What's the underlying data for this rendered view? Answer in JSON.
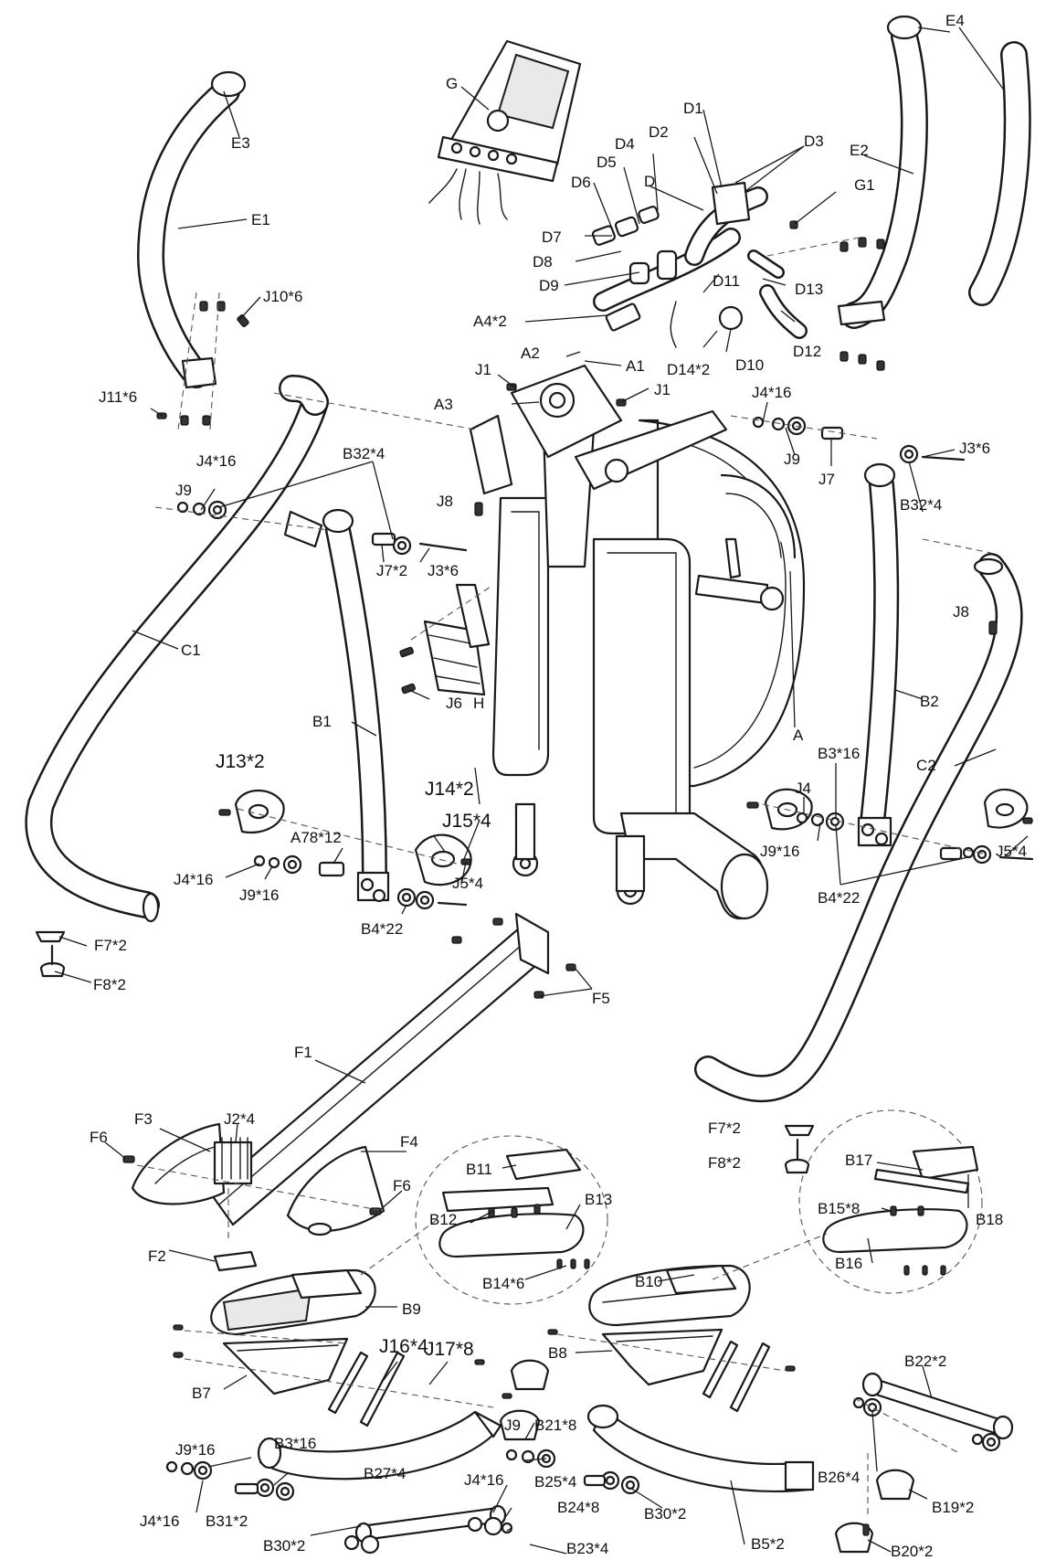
{
  "labels": {
    "E4": "E4",
    "E3": "E3",
    "E2": "E2",
    "E1": "E1",
    "G": "G",
    "G1": "G1",
    "D1": "D1",
    "D2": "D2",
    "D3": "D3",
    "D4": "D4",
    "D5": "D5",
    "D6": "D6",
    "D": "D",
    "D7": "D7",
    "D8": "D8",
    "D9": "D9",
    "D10": "D10",
    "D11": "D11",
    "D12": "D12",
    "D13": "D13",
    "D14x2": "D14*2",
    "J10x6": "J10*6",
    "J11x6": "J11*6",
    "A4x2": "A4*2",
    "A2": "A2",
    "A1": "A1",
    "A3": "A3",
    "J1a": "J1",
    "J1b": "J1",
    "J4x16a": "J4*16",
    "J4x16b": "J4*16",
    "J4x16c": "J4*16",
    "J4x16d": "J4*16",
    "J4x16e": "J4*16",
    "J9a": "J9",
    "J9b": "J9",
    "J9c": "J9",
    "J3x6a": "J3*6",
    "J3x6b": "J3*6",
    "B32x4a": "B32*4",
    "B32x4b": "B32*4",
    "J7": "J7",
    "J7x2": "J7*2",
    "J8a": "J8",
    "J8b": "J8",
    "C1": "C1",
    "C2": "C2",
    "B1": "B1",
    "B2": "B2",
    "A": "A",
    "H": "H",
    "J6": "J6",
    "B3x16a": "B3*16",
    "B3x16b": "B3*16",
    "J4": "J4",
    "J13x2": "J13*2",
    "J14x2": "J14*2",
    "J15x4": "J15*4",
    "A78x12": "A78*12",
    "J9x16a": "J9*16",
    "J9x16b": "J9*16",
    "J9x16c": "J9*16",
    "J5x4a": "J5*4",
    "J5x4b": "J5*4",
    "B4x22a": "B4*22",
    "B4x22b": "B4*22",
    "F7x2a": "F7*2",
    "F7x2b": "F7*2",
    "F8x2a": "F8*2",
    "F8x2b": "F8*2",
    "F5": "F5",
    "F1": "F1",
    "F3": "F3",
    "J2x4": "J2*4",
    "F6a": "F6",
    "F6b": "F6",
    "F4": "F4",
    "F2": "F2",
    "B11": "B11",
    "B12": "B12",
    "B13": "B13",
    "B14x6": "B14*6",
    "B17": "B17",
    "B18": "B18",
    "B15x8": "B15*8",
    "B16": "B16",
    "B9": "B9",
    "B10": "B10",
    "J16x4": "J16*4",
    "J17x8": "J17*8",
    "B8": "B8",
    "B7": "B7",
    "B22x2": "B22*2",
    "B21x8": "B21*8",
    "B26x4": "B26*4",
    "B31x2": "B31*2",
    "B30x2a": "B30*2",
    "B30x2b": "B30*2",
    "B27x4": "B27*4",
    "B25x4": "B25*4",
    "B24x8": "B24*8",
    "B23x4": "B23*4",
    "B5x2": "B5*2",
    "B19x2": "B19*2",
    "B20x2": "B20*2"
  }
}
